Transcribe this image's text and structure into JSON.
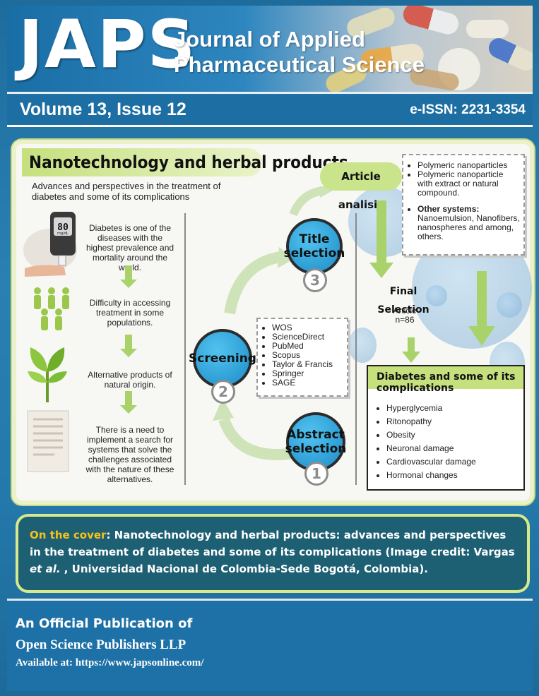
{
  "header": {
    "logo": "JAPS",
    "journal_line1": "Journal of Applied",
    "journal_line2": "Pharmaceutical Science"
  },
  "volume_bar": {
    "volume": "Volume 13, Issue 12",
    "issn": "e-ISSN: 2231-3354"
  },
  "figure": {
    "title": "Nanotechnology and herbal products",
    "subtitle": "Advances and perspectives in the treatment of diabetes and some of its complications",
    "left_steps": [
      "Diabetes is one of the diseases with the highest prevalence and mortality around the world.",
      "Difficulty in accessing treatment in some populations.",
      "Alternative products of natural origin.",
      "There is a need to implement a search for systems that solve the challenges associated with the nature of these alternatives."
    ],
    "glucometer_value": "80",
    "glucometer_unit": "mg/dL",
    "stages": {
      "abstract": "Abstract selection",
      "abstract_num": "1",
      "screening": "Screening",
      "screening_num": "2",
      "title": "Title selection",
      "title_num": "3"
    },
    "databases": [
      "WOS",
      "ScienceDirect",
      "PubMed",
      "Scopus",
      "Taylor & Francis",
      "Springer",
      "SAGE"
    ],
    "article_analysis": "Article analisis",
    "analysis_items": [
      "Polymeric nanoparticles",
      "Polymeric nanoparticle with extract or natural compound."
    ],
    "other_systems_label": "Other systems:",
    "other_systems_text": "Nanoemulsion, Nanofibers, nanospheres and among, others.",
    "final_selection": "Final Selection",
    "article_label": "Article",
    "article_count": "n=86",
    "complications_title": "Diabetes and some of its complications",
    "complications": [
      "Hyperglycemia",
      "Ritonopathy",
      "Obesity",
      "Neuronal damage",
      "Cardiovascular damage",
      "Hormonal changes"
    ]
  },
  "caption": {
    "on_the_cover": "On the cover",
    "text_a": ": Nanotechnology and herbal products: advances and perspectives in the treatment of diabetes and some of its complications (Image credit: Vargas ",
    "et_al": "et al.",
    "text_b": " , Universidad Nacional de Colombia-Sede Bogotá, Colombia)."
  },
  "footer": {
    "line1": "An Official Publication of",
    "line2": "Open Science Publishers LLP",
    "line3": "Available at: https://www.japsonline.com/"
  },
  "colors": {
    "brand_blue": "#1e6c9c",
    "accent_green": "#c6e07d",
    "caption_bg": "#1d5f73",
    "highlight_yellow": "#f4c21d"
  }
}
